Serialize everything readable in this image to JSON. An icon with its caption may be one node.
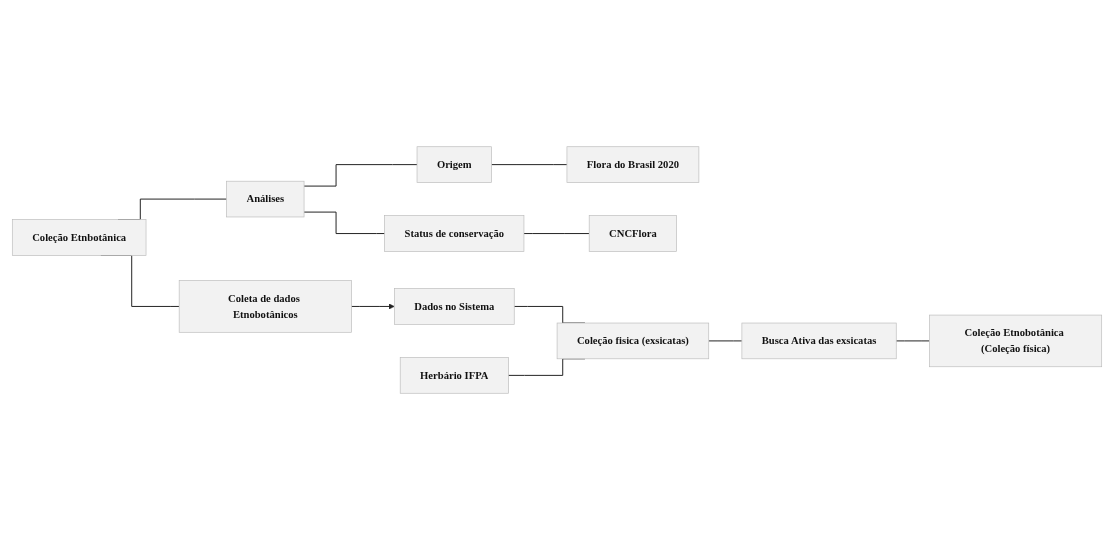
{
  "diagram": {
    "nodes": [
      {
        "text": [
          "Coleção Etnbotânica"
        ]
      },
      {
        "text": [
          "Dados no Sistema"
        ]
      },
      {
        "text": [
          "Coleta de dados Etnobotânicos"
        ]
      },
      {
        "text": [
          "Análises"
        ]
      },
      {
        "text": [
          "Origem"
        ]
      },
      {
        "text": [
          "Flora do Brasil 2020"
        ]
      },
      {
        "text": [
          "Herbário IFPA"
        ]
      },
      {
        "text": [
          "Busca Ativa das exsicatas"
        ]
      },
      {
        "text": [
          "Status de conservação"
        ]
      },
      {
        "text": [
          "CNCFlora"
        ]
      },
      {
        "text": [
          "Coleção fisica (exsicatas)"
        ]
      },
      {
        "text": [
          "Coleção Etnobotânica (Coleção física)"
        ]
      }
    ],
    "edges": [
      {
        "from": 0,
        "to": 3,
        "arrow": "none"
      },
      {
        "from": 0,
        "to": 2,
        "arrow": "none"
      },
      {
        "from": 2,
        "to": 1,
        "arrow": "to"
      },
      {
        "from": 1,
        "to": 10,
        "arrow": "none"
      },
      {
        "from": 6,
        "to": 10,
        "arrow": "none"
      },
      {
        "from": 10,
        "to": 7,
        "arrow": "none"
      },
      {
        "from": 7,
        "to": 11,
        "arrow": "none"
      },
      {
        "from": 3,
        "to": 4,
        "arrow": "none"
      },
      {
        "from": 3,
        "to": 8,
        "arrow": "none"
      },
      {
        "from": 4,
        "to": 5,
        "arrow": "none"
      },
      {
        "from": 8,
        "to": 9,
        "arrow": "none"
      }
    ]
  }
}
